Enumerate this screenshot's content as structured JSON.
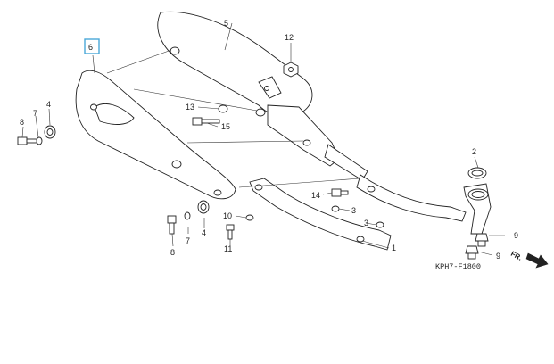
{
  "diagram": {
    "callouts": [
      {
        "id": "c1",
        "text": "1"
      },
      {
        "id": "c2",
        "text": "2"
      },
      {
        "id": "c3a",
        "text": "3"
      },
      {
        "id": "c3b",
        "text": "3"
      },
      {
        "id": "c4a",
        "text": "4"
      },
      {
        "id": "c4b",
        "text": "4"
      },
      {
        "id": "c5",
        "text": "5"
      },
      {
        "id": "c6",
        "text": "6"
      },
      {
        "id": "c7a",
        "text": "7"
      },
      {
        "id": "c7b",
        "text": "7"
      },
      {
        "id": "c8a",
        "text": "8"
      },
      {
        "id": "c8b",
        "text": "8"
      },
      {
        "id": "c9a",
        "text": "9"
      },
      {
        "id": "c9b",
        "text": "9"
      },
      {
        "id": "c10",
        "text": "10"
      },
      {
        "id": "c11",
        "text": "11"
      },
      {
        "id": "c12",
        "text": "12"
      },
      {
        "id": "c13",
        "text": "13"
      },
      {
        "id": "c14",
        "text": "14"
      },
      {
        "id": "c15",
        "text": "15"
      }
    ],
    "front_label": "FR.",
    "diagram_code": "KPH7-F1800",
    "highlighted_part": "6",
    "highlight_color": "#4aa8d8"
  }
}
